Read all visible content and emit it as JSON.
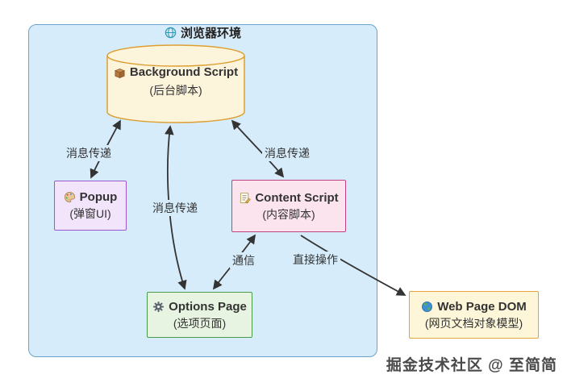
{
  "diagram": {
    "container_label": "浏览器环境",
    "container_icon": "globe-meridian-icon",
    "nodes": {
      "background": {
        "icon": "package-icon",
        "title": "Background Script",
        "subtitle": "(后台脚本)"
      },
      "popup": {
        "icon": "palette-icon",
        "title": "Popup",
        "subtitle": "(弹窗UI)"
      },
      "content": {
        "icon": "memo-icon",
        "title": "Content Script",
        "subtitle": "(内容脚本)"
      },
      "options": {
        "icon": "gear-icon",
        "title": "Options Page",
        "subtitle": "(选项页面)"
      },
      "webdom": {
        "icon": "earth-globe-icon",
        "title": "Web Page DOM",
        "subtitle": "(网页文档对象模型)"
      }
    },
    "edges": [
      {
        "from": "Background Script",
        "to": "Popup",
        "label": "消息传递",
        "bidirectional": true
      },
      {
        "from": "Background Script",
        "to": "Content Script",
        "label": "消息传递",
        "bidirectional": true
      },
      {
        "from": "Background Script",
        "to": "Options Page",
        "label": "消息传递",
        "bidirectional": true
      },
      {
        "from": "Content Script",
        "to": "Options Page",
        "label": "通信",
        "bidirectional": true
      },
      {
        "from": "Content Script",
        "to": "Web Page DOM",
        "label": "直接操作",
        "bidirectional": false
      }
    ],
    "colors": {
      "container_fill": "#d7ecfa",
      "container_border": "#6ba3cc",
      "cylinder_fill": "#fdf4dc",
      "cylinder_border": "#dd9f33",
      "popup_fill": "#f1e4fb",
      "popup_border": "#9b59d0",
      "content_fill": "#fce4ef",
      "content_border": "#c2417f",
      "options_fill": "#e8f4e2",
      "options_border": "#4a9a4e",
      "webdom_fill": "#fdf6d9",
      "webdom_border": "#e2a33c",
      "edge": "#333333"
    }
  },
  "watermark": "掘金技术社区 @ 至简简"
}
